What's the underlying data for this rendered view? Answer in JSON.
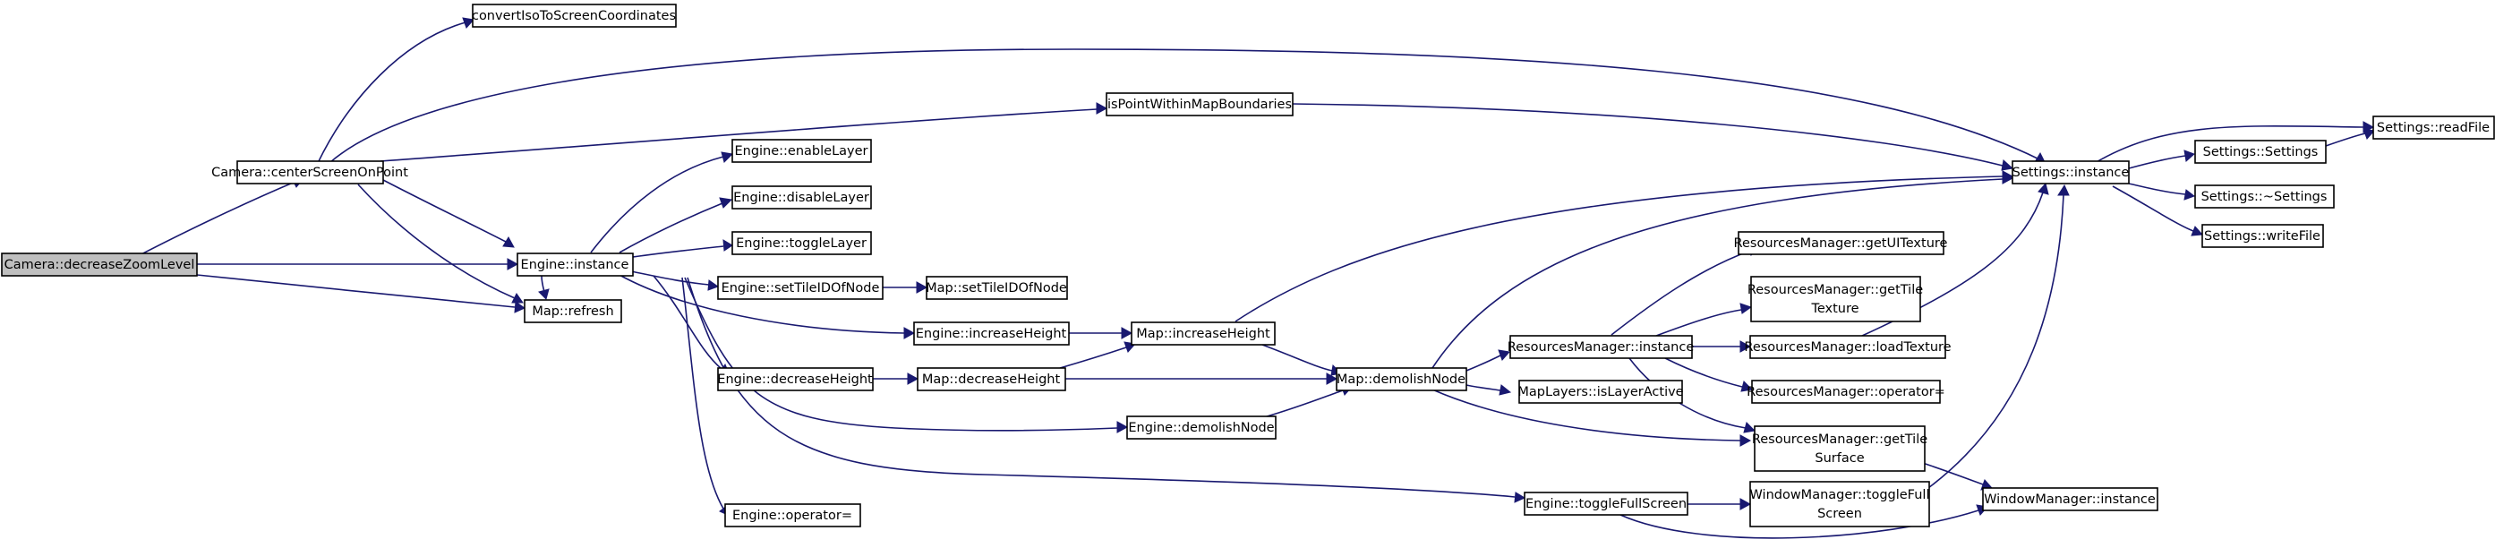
{
  "colors": {
    "edge": "#191970",
    "node_border": "#000000",
    "node_fill": "#ffffff",
    "root_fill": "#bfbfbf"
  },
  "nodes": {
    "camera_decrease": "Camera::decreaseZoomLevel",
    "camera_center": "Camera::centerScreenOnPoint",
    "convert_iso": "convertIsoToScreenCoordinates",
    "is_point": "isPointWithinMapBoundaries",
    "engine_instance": "Engine::instance",
    "map_refresh": "Map::refresh",
    "engine_enable": "Engine::enableLayer",
    "engine_disable": "Engine::disableLayer",
    "engine_toggle": "Engine::toggleLayer",
    "engine_settile": "Engine::setTileIDOfNode",
    "map_settile": "Map::setTileIDOfNode",
    "engine_incheight": "Engine::increaseHeight",
    "map_incheight": "Map::increaseHeight",
    "engine_decheight": "Engine::decreaseHeight",
    "map_decheight": "Map::decreaseHeight",
    "engine_demolish": "Engine::demolishNode",
    "map_demolish": "Map::demolishNode",
    "engine_operator": "Engine::operator=",
    "engine_togglefull": "Engine::toggleFullScreen",
    "settings_instance": "Settings::instance",
    "settings_settings": "Settings::Settings",
    "settings_readfile": "Settings::readFile",
    "settings_dtor": "Settings::~Settings",
    "settings_writefile": "Settings::writeFile",
    "rm_getui": "ResourcesManager::getUITexture",
    "rm_gettile_1": "ResourcesManager::getTile",
    "rm_gettile_2": "Texture",
    "rm_instance": "ResourcesManager::instance",
    "rm_load": "ResourcesManager::loadTexture",
    "rm_operator": "ResourcesManager::operator=",
    "maplayers_active": "MapLayers::isLayerActive",
    "rm_surface_1": "ResourcesManager::getTile",
    "rm_surface_2": "Surface",
    "wm_togglefull_1": "WindowManager::toggleFull",
    "wm_togglefull_2": "Screen",
    "wm_instance": "WindowManager::instance"
  }
}
